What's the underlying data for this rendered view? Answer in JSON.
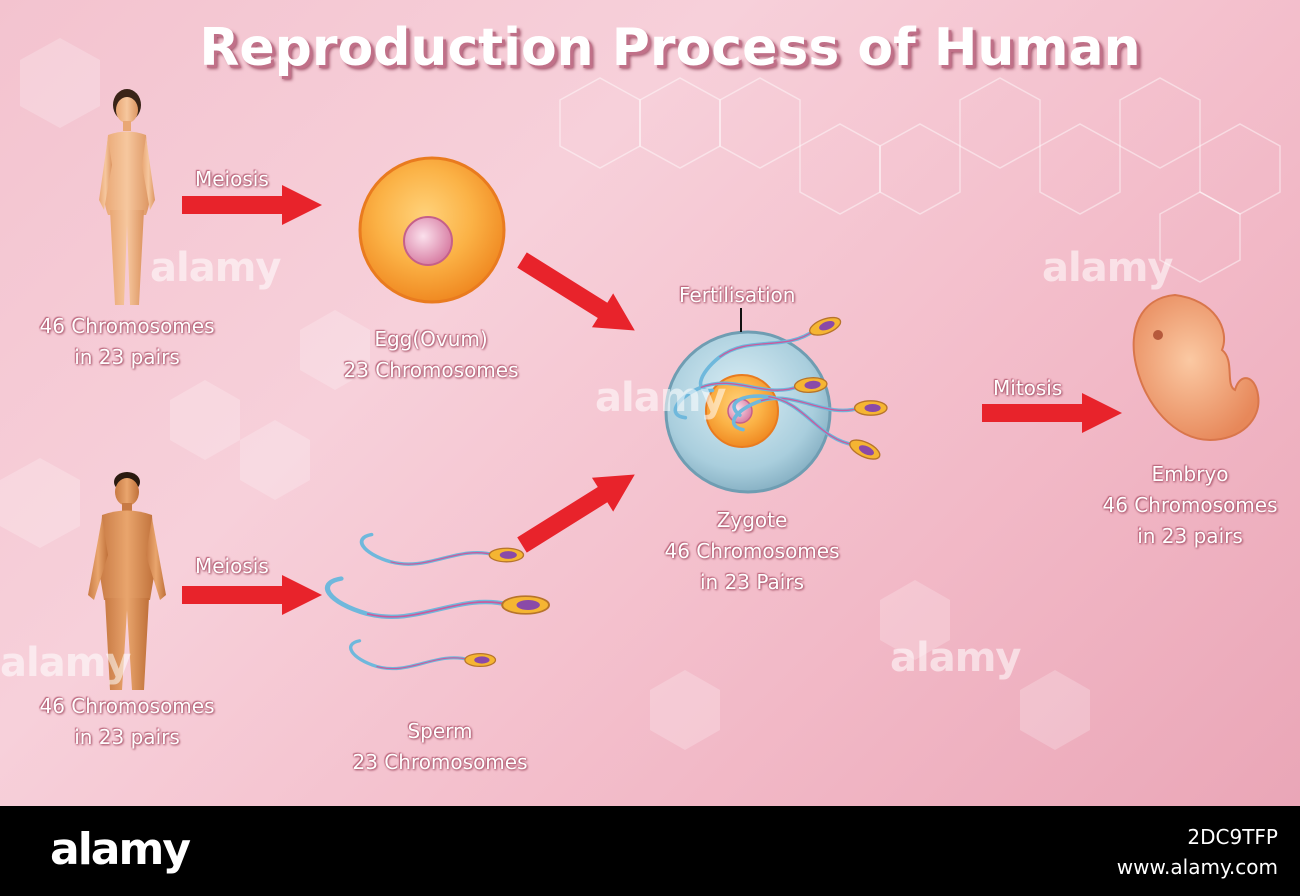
{
  "title": "Reproduction Process of Human",
  "female": {
    "line1": "46 Chromosomes",
    "line2": "in 23 pairs"
  },
  "male": {
    "line1": "46 Chromosomes",
    "line2": "in 23 pairs"
  },
  "meiosis_top": "Meiosis",
  "meiosis_bottom": "Meiosis",
  "egg": {
    "line1": "Egg(Ovum)",
    "line2": "23 Chromosomes"
  },
  "sperm": {
    "line1": "Sperm",
    "line2": "23 Chromosomes"
  },
  "fertilisation": "Fertilisation",
  "zygote": {
    "line1": "Zygote",
    "line2": "46 Chromosomes",
    "line3": "in 23 Pairs"
  },
  "mitosis": "Mitosis",
  "embryo": {
    "line1": "Embryo",
    "line2": "46 Chromosomes",
    "line3": "in 23 pairs"
  },
  "watermark": "alamy",
  "footer": {
    "logo": "alamy",
    "code": "2DC9TFP",
    "url": "www.alamy.com"
  },
  "colors": {
    "arrow": "#e8232b",
    "egg_outer": "#f49a2a",
    "nucleus": "#e58fb0",
    "zygote": "#9fc6d6",
    "skin": "#e8a06a",
    "sperm_tail": "#6fb8dc",
    "embryo": "#f1a57a"
  },
  "icons": [
    "female-figure-icon",
    "male-figure-icon",
    "egg-cell-icon",
    "sperm-icon",
    "zygote-icon",
    "embryo-icon",
    "arrow-icon"
  ]
}
